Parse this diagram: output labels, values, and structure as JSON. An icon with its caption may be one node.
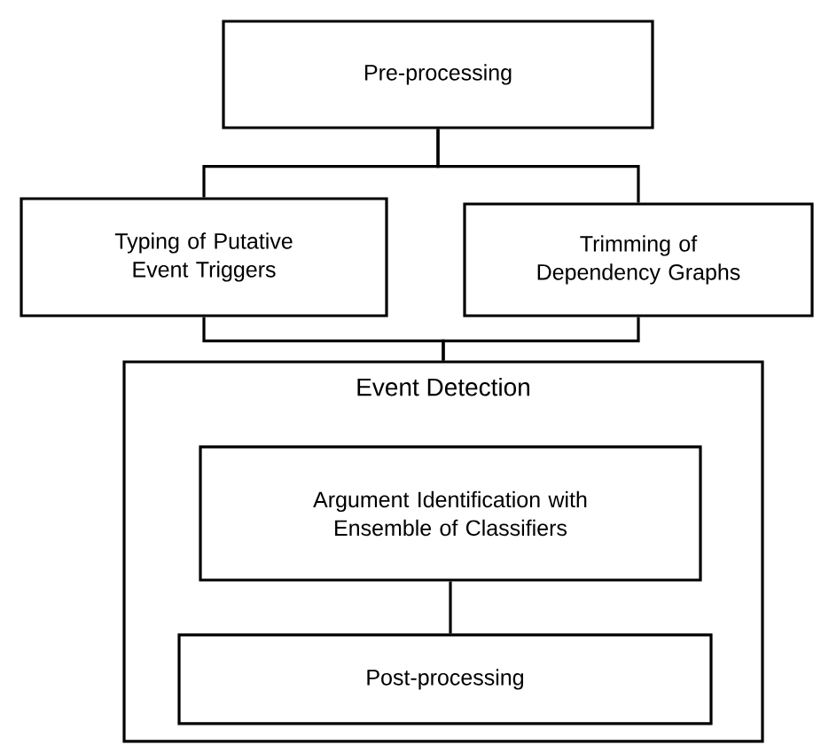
{
  "diagram": {
    "nodes": [
      {
        "text": [
          "Pre-processing"
        ]
      },
      {
        "text": [
          "Typing of Putative Event Triggers"
        ]
      },
      {
        "text": [
          "Trimming of Dependency Graphs"
        ]
      },
      {
        "text": [
          "Event Detection"
        ]
      },
      {
        "text": [
          "Argument Identification with Ensemble of Classifiers"
        ],
        "in": 3
      },
      {
        "text": [
          "Post-processing"
        ],
        "in": 3
      }
    ],
    "edges": [
      {
        "from": 0,
        "to": 1,
        "arrow": "none"
      },
      {
        "from": 0,
        "to": 2,
        "arrow": "none"
      },
      {
        "from": 1,
        "to": 3,
        "arrow": "none"
      },
      {
        "from": 2,
        "to": 3,
        "arrow": "none"
      },
      {
        "from": 4,
        "to": 5,
        "arrow": "none"
      }
    ]
  }
}
